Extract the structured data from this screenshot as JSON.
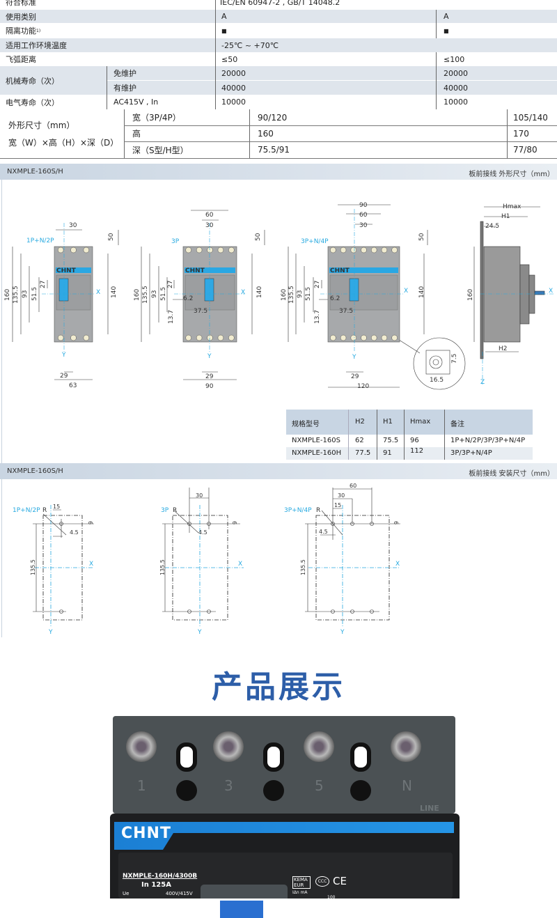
{
  "spec_table": {
    "rows": [
      {
        "label": "符合标准",
        "v1": "IEC/EN 60947-2 , GB/T 14048.2",
        "v2": ""
      },
      {
        "label": "使用类别",
        "v1": "A",
        "v2": "A"
      },
      {
        "label": "隔离功能",
        "sup": "1)",
        "v1": "■",
        "v2": "■"
      },
      {
        "label": "适用工作环境温度",
        "v1": "-25℃ ~ +70℃",
        "v2": ""
      },
      {
        "label": "飞弧距离",
        "v1": "≤50",
        "v2": "≤100"
      }
    ],
    "mech": {
      "label": "机械寿命（次）",
      "sub": [
        {
          "label": "免维护",
          "v1": "20000",
          "v2": "20000"
        },
        {
          "label": "有维护",
          "v1": "40000",
          "v2": "40000"
        }
      ]
    },
    "elec": {
      "label": "电气寿命（次）",
      "sub": "AC415V , In",
      "v1": "10000",
      "v2": "10000"
    },
    "dims": {
      "label1": "外形尺寸（mm）",
      "label2": "宽（W）×高（H）×深（D）",
      "rows": [
        {
          "label": "宽（3P/4P）",
          "v1": "90/120",
          "v2": "105/140"
        },
        {
          "label": "高",
          "v1": "160",
          "v2": "170"
        },
        {
          "label": "深（S型/H型）",
          "v1": "75.5/91",
          "v2": "77/80"
        }
      ]
    }
  },
  "bar1": {
    "left": "NXMPLE-160S/H",
    "right": "板前接线  外形尺寸（mm）"
  },
  "outline": {
    "d1": [
      "1P+N/2P",
      "30",
      "50",
      "160",
      "135.5",
      "93",
      "51.5",
      "27",
      "140",
      "29",
      "63",
      "X",
      "Y"
    ],
    "d2": [
      "3P",
      "60",
      "30",
      "50",
      "160",
      "135.5",
      "93",
      "51.5",
      "27",
      "6.2",
      "37.5",
      "13.7",
      "140",
      "29",
      "90",
      "X",
      "Y"
    ],
    "d3": [
      "3P+N/4P",
      "90",
      "60",
      "30",
      "50",
      "160",
      "135.5",
      "93",
      "51.5",
      "27",
      "6.2",
      "37.5",
      "13.7",
      "140",
      "29",
      "120",
      "Y",
      "X",
      "7.5",
      "16.5"
    ],
    "side": [
      "Hmax",
      "H1",
      "24.5",
      "160",
      "H2",
      "X",
      "Z"
    ],
    "brand": "CHNT"
  },
  "hmax_table": {
    "headers": [
      "规格型号",
      "H2",
      "H1",
      "Hmax",
      "备注"
    ],
    "rows": [
      [
        "NXMPLE-160S",
        "62",
        "75.5",
        "96",
        "1P+N/2P/3P/3P+N/4P"
      ],
      [
        "NXMPLE-160H",
        "77.5",
        "91",
        "112",
        "3P/3P+N/4P"
      ]
    ]
  },
  "bar2": {
    "left": "NXMPLE-160S/H",
    "right": "板前接线  安装尺寸（mm）"
  },
  "mounting": {
    "m1": [
      "1P+N/2P",
      "R",
      "15",
      "6",
      "4.5",
      "135.5",
      "X",
      "Y"
    ],
    "m2": [
      "3P",
      "R",
      "30",
      "6",
      "4.5",
      "135.5",
      "X",
      "Y"
    ],
    "m3": [
      "3P+N/4P",
      "R",
      "60",
      "30",
      "15",
      "6",
      "4.5",
      "135.5",
      "X",
      "Y"
    ]
  },
  "section_title": "产品展示",
  "photo": {
    "terminals": [
      "1",
      "3",
      "5",
      "N"
    ],
    "line": "LINE",
    "brand": "CHNT",
    "model": "NXMPLE-160H/4300B",
    "current": "In 125A",
    "ue_label": "Ue",
    "ue_value": "400V/415V",
    "cert1": "KEMA EUR",
    "cert2": "CCC",
    "cert3": "CE",
    "idn": "IΔn  mA",
    "idn_value": "100"
  },
  "colors": {
    "accent": "#26a9e0",
    "title": "#2d5ea8",
    "band": "#1e88d8"
  }
}
